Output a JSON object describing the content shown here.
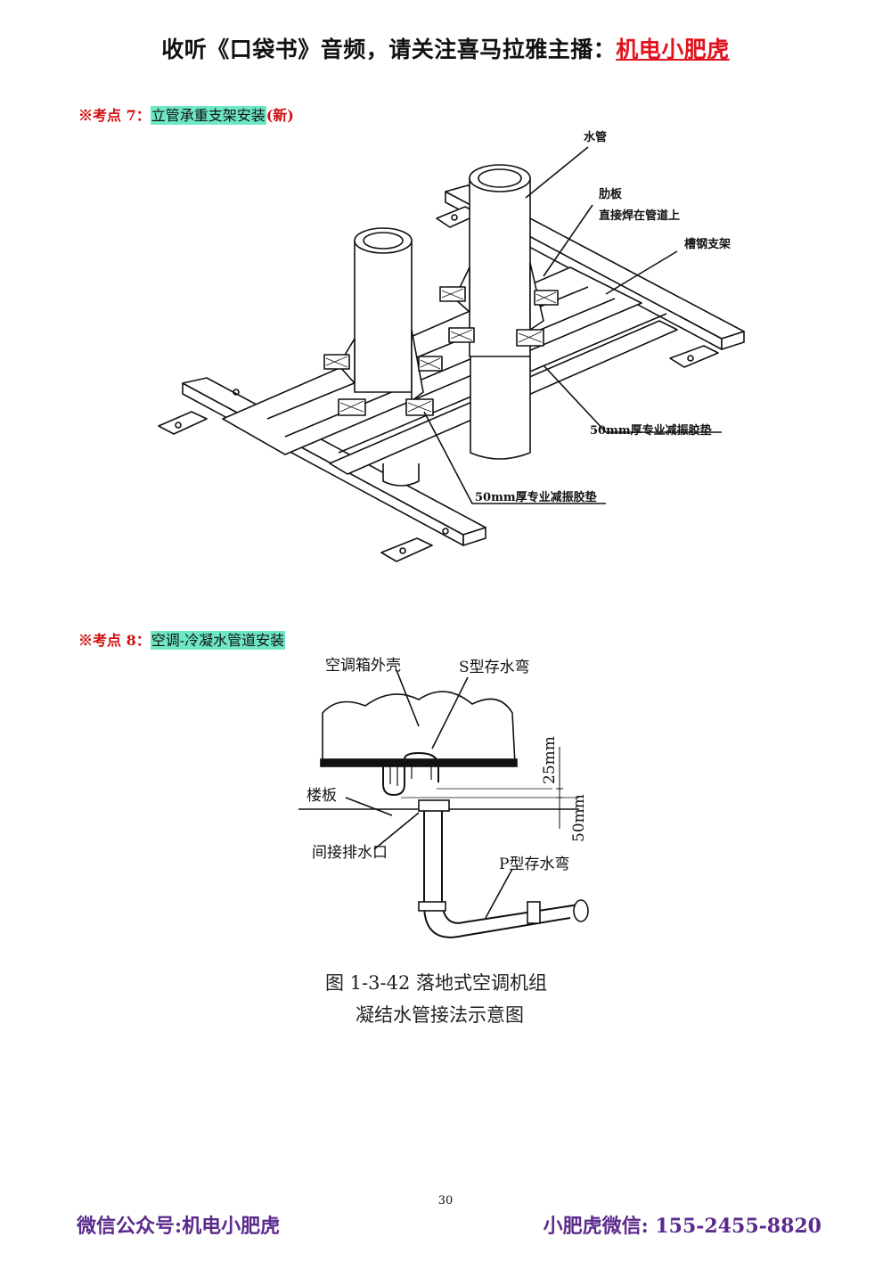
{
  "header": {
    "text": "收听《口袋书》音频，请关注喜马拉雅主播：",
    "brand": "机电小肥虎"
  },
  "section7": {
    "prefix": "※考点 7：",
    "highlight": "立管承重支架安装",
    "suffix": "(新)"
  },
  "figure7": {
    "labels": {
      "water_pipe": "水管",
      "rib_plate": "肋板",
      "weld": "直接焊在管道上",
      "channel_support": "槽钢支架",
      "pad_right": "50mm厚专业减振胶垫",
      "pad_left": "50mm厚专业减振胶垫"
    }
  },
  "section8": {
    "prefix": "※考点 8：",
    "highlight": "空调-冷凝水管道安装"
  },
  "figure8": {
    "labels": {
      "shell": "空调箱外壳",
      "s_trap": "S型存水弯",
      "floor": "楼板",
      "indirect_drain": "间接排水口",
      "p_trap": "P型存水弯",
      "dim_25": "25mm",
      "dim_50": "50mm"
    },
    "caption_line1": "图 1-3-42   落地式空调机组",
    "caption_line2": "凝结水管接法示意图"
  },
  "page_number": "30",
  "footer": {
    "left": "微信公众号:机电小肥虎",
    "right": "小肥虎微信: 155-2455-8820"
  }
}
